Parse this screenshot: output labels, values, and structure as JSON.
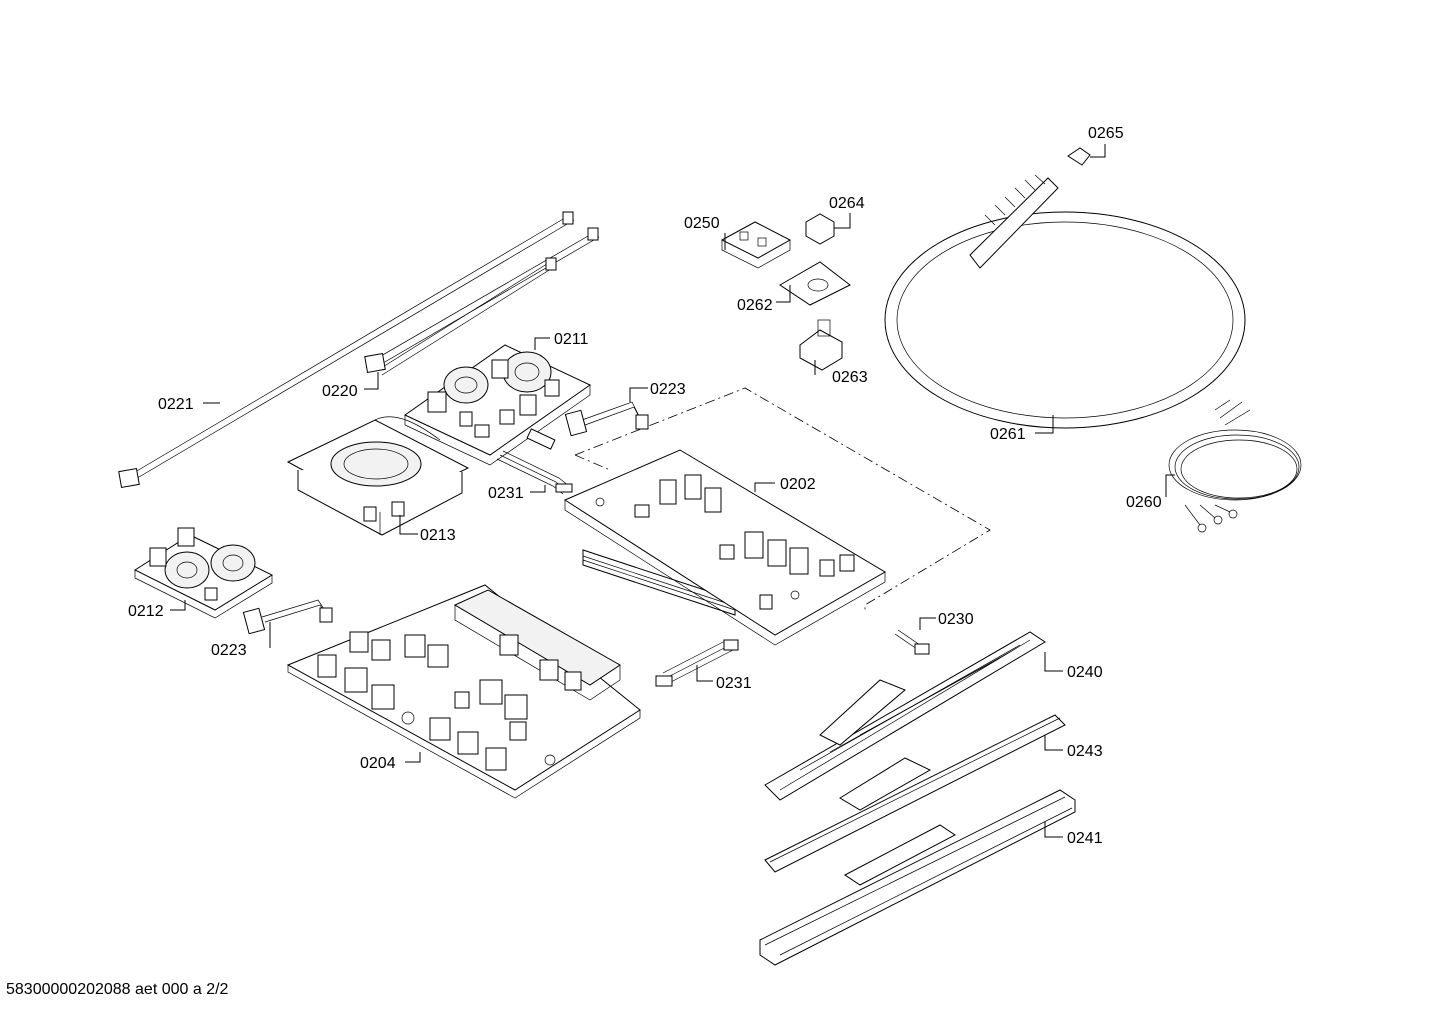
{
  "callouts": {
    "p0265": "0265",
    "p0264": "0264",
    "p0250": "0250",
    "p0262": "0262",
    "p0263": "0263",
    "p0261": "0261",
    "p0260": "0260",
    "p0211": "0211",
    "p0220": "0220",
    "p0221": "0221",
    "p0223a": "0223",
    "p0223b": "0223",
    "p0231a": "0231",
    "p0231b": "0231",
    "p0202": "0202",
    "p0213": "0213",
    "p0212": "0212",
    "p0230": "0230",
    "p0240": "0240",
    "p0243": "0243",
    "p0241": "0241",
    "p0204": "0204"
  },
  "footer": {
    "doc_id": "58300000202088 aet 000 a 2/2"
  }
}
